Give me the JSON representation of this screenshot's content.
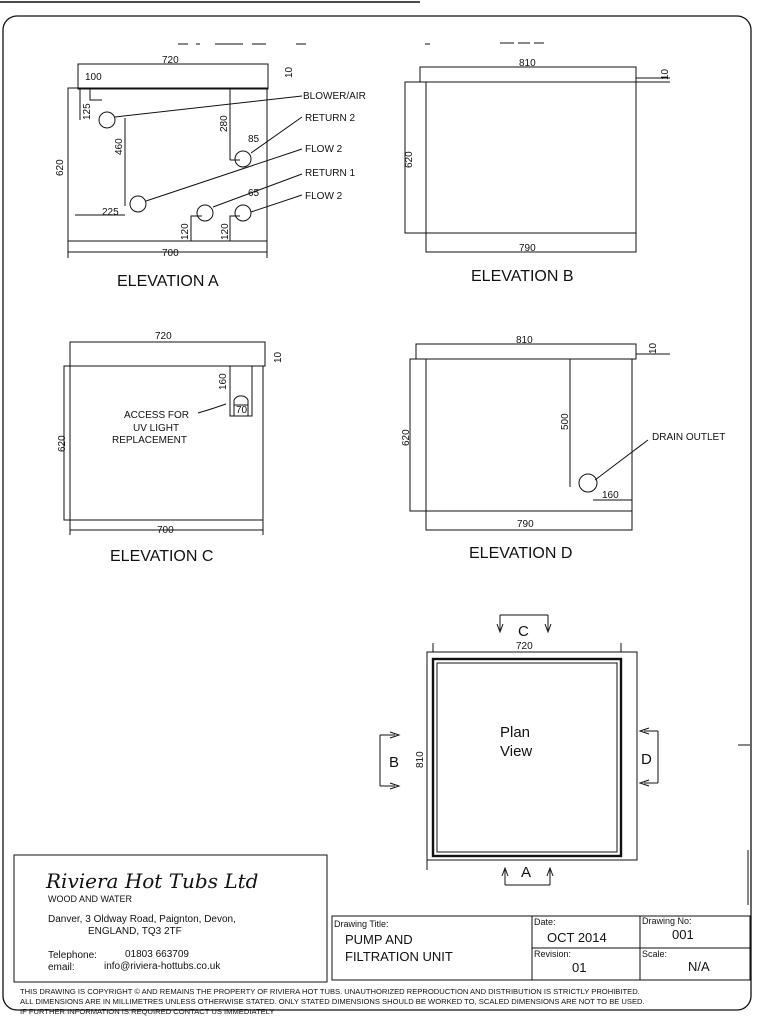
{
  "elevations": {
    "a": {
      "title": "ELEVATION A",
      "dims": {
        "top": "720",
        "bottom": "700",
        "thickness": "10",
        "height": "620",
        "blower_x": "100",
        "blower_y": "125",
        "flow2a_y": "460",
        "flow2a_x": "225",
        "return2_y": "280",
        "return2_x": "85",
        "return1_y": "120",
        "flow2b_y": "120",
        "flow2b_x": "65"
      },
      "callouts": [
        "BLOWER/AIR",
        "RETURN 2",
        "FLOW 2",
        "RETURN 1",
        "FLOW 2"
      ]
    },
    "b": {
      "title": "ELEVATION B",
      "dims": {
        "top": "810",
        "bottom": "790",
        "thickness": "10",
        "height": "620"
      }
    },
    "c": {
      "title": "ELEVATION C",
      "dims": {
        "top": "720",
        "bottom": "700",
        "thickness": "10",
        "height": "620",
        "uv_height": "160",
        "uv_width": "70"
      },
      "callout_lines": [
        "ACCESS FOR",
        "UV LIGHT",
        "REPLACEMENT"
      ]
    },
    "d": {
      "title": "ELEVATION D",
      "dims": {
        "top": "810",
        "bottom": "790",
        "thickness": "10",
        "height": "620",
        "drain_y": "500",
        "drain_x": "160"
      },
      "callout": "DRAIN OUTLET"
    }
  },
  "plan": {
    "label_line1": "Plan",
    "label_line2": "View",
    "width": "720",
    "depth": "810",
    "arrows": {
      "top": "C",
      "left": "B",
      "right": "D",
      "bottom": "A"
    }
  },
  "company": {
    "name": "Riviera Hot Tubs Ltd",
    "tagline": "WOOD AND WATER",
    "address_line1": "Danver,  3 Oldway Road,  Paignton,  Devon,",
    "address_line2": "ENGLAND,   TQ3  2TF",
    "telephone_label": "Telephone:",
    "telephone": "01803  663709",
    "email_label": "email:",
    "email": "info@riviera-hottubs.co.uk"
  },
  "title_block": {
    "drawing_title_label": "Drawing Title:",
    "drawing_title_line1": "PUMP AND",
    "drawing_title_line2": "FILTRATION UNIT",
    "date_label": "Date:",
    "date": "OCT 2014",
    "drawing_no_label": "Drawing No:",
    "drawing_no": "001",
    "revision_label": "Revision:",
    "revision": "01",
    "scale_label": "Scale:",
    "scale": "N/A"
  },
  "footer": {
    "line1": "THIS DRAWING IS COPYRIGHT ©  AND REMAINS THE PROPERTY OF RIVIERA HOT TUBS. UNAUTHORIZED REPRODUCTION AND DISTRIBUTION IS STRICTLY PROHIBITED.",
    "line2": "ALL DIMENSIONS ARE IN MILLIMETRES UNLESS OTHERWISE STATED. ONLY STATED DIMENSIONS SHOULD BE WORKED TO, SCALED DIMENSIONS ARE NOT TO BE USED.",
    "line3": "IF FURTHER INFORMATION IS REQUIRED CONTACT US IMMEDIATELY"
  }
}
